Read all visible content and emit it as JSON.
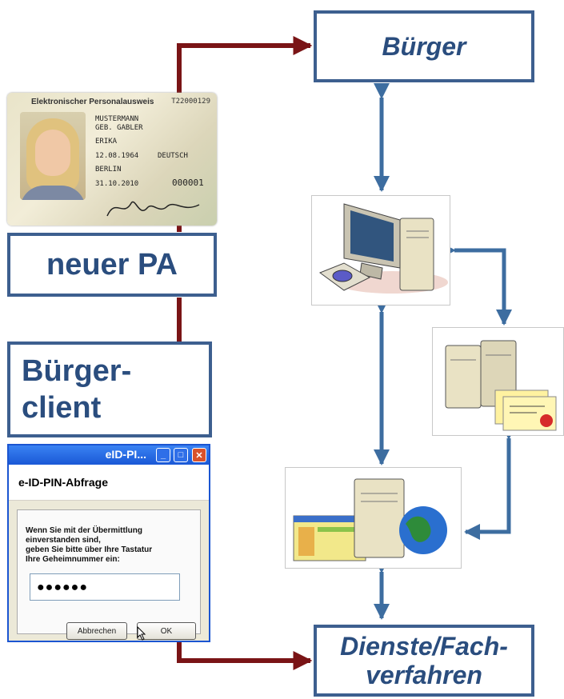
{
  "boxes": {
    "buerger": "Bürger",
    "neuer_pa": "neuer PA",
    "buergerclient_line1": "Bürger-",
    "buergerclient_line2": "client",
    "dienste_line1": "Dienste/Fach-",
    "dienste_line2": "verfahren"
  },
  "id_card": {
    "title": "Elektronischer Personalausweis",
    "number": "T22000129",
    "surname": "MUSTERMANN",
    "birth_name": "GEB. GABLER",
    "given_name": "ERIKA",
    "birth_date": "12.08.1964",
    "nationality": "DEUTSCH",
    "birth_place": "BERLIN",
    "can": "000001",
    "expiry": "31.10.2010"
  },
  "dialog": {
    "window_title": "eID-PI...",
    "heading": "e-ID-PIN-Abfrage",
    "message_line1": "Wenn Sie mit der Übermittlung",
    "message_line2": "einverstanden sind,",
    "message_line3": "geben Sie bitte über Ihre Tastatur",
    "message_line4": "Ihre Geheimnummer ein:",
    "pin_value": "●●●●●●",
    "cancel_label": "Abbrechen",
    "ok_label": "OK"
  },
  "colors": {
    "box_border": "#3d5f8f",
    "text_blue": "#2a4d7e",
    "arrow_red": "#7a1416",
    "arrow_blue": "#3d6da0"
  }
}
